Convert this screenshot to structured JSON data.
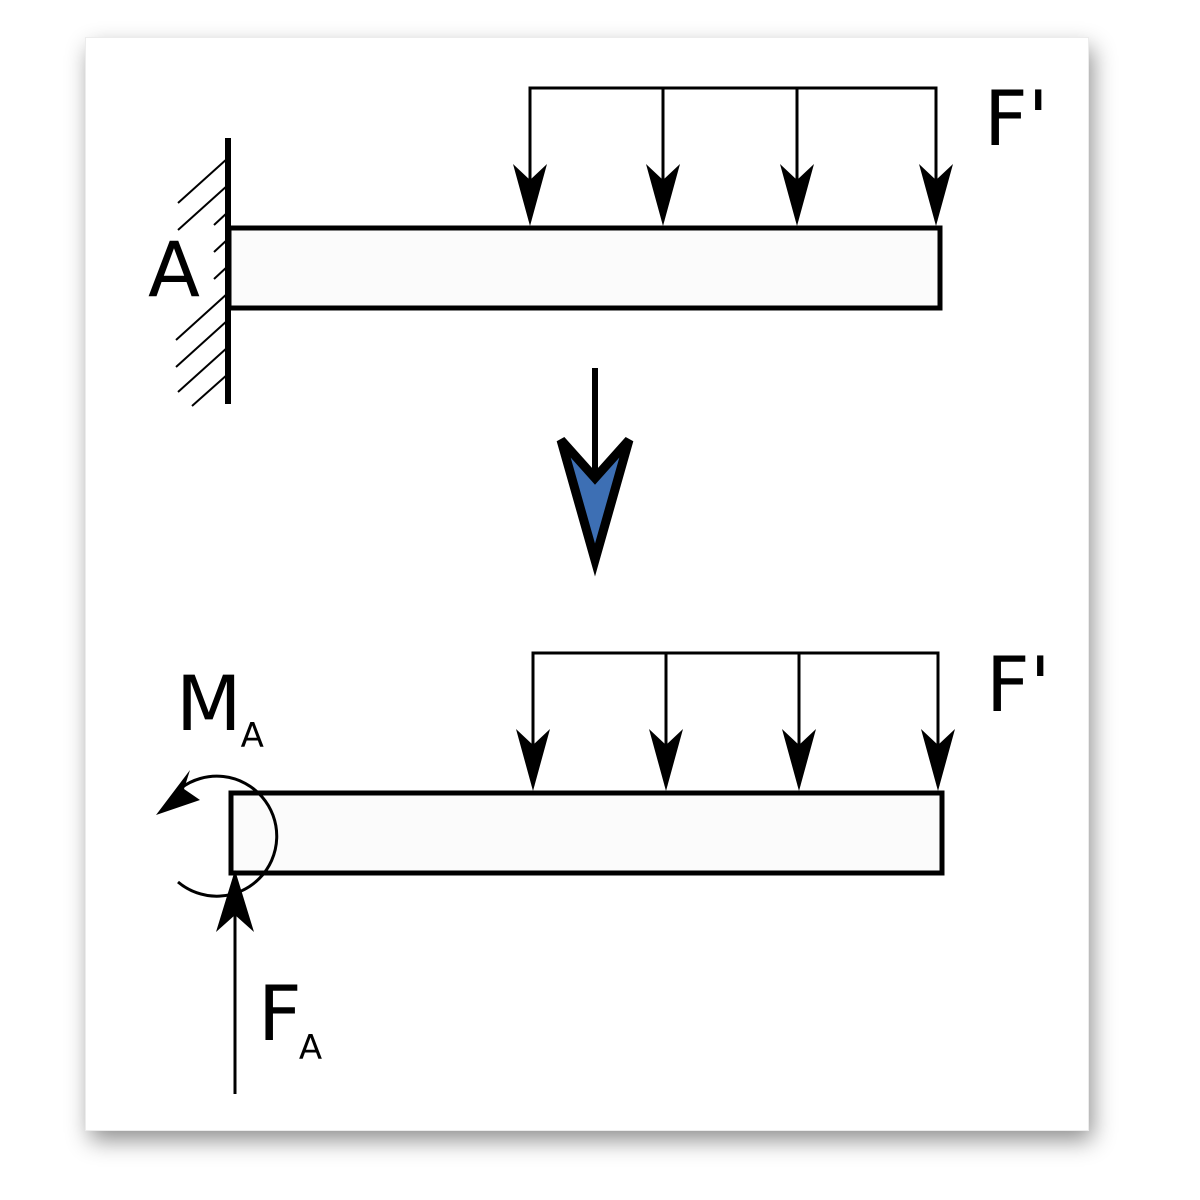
{
  "labels": {
    "support": "A",
    "load_top": "F'",
    "load_bottom": "F'",
    "moment_main": "M",
    "moment_sub": "A",
    "reaction_main": "F",
    "reaction_sub": "A"
  },
  "colors": {
    "background": "#ffffff",
    "ink": "#000000",
    "beam_fill": "#fbfbfb",
    "transition_arrow": "#3d6fb4"
  },
  "icons": {
    "fixed_support": "hatched-wall-icon",
    "distributed_load": "down-arrows-icon",
    "transition": "down-arrow-icon",
    "moment": "curved-arrow-icon",
    "reaction_force": "up-arrow-icon"
  }
}
